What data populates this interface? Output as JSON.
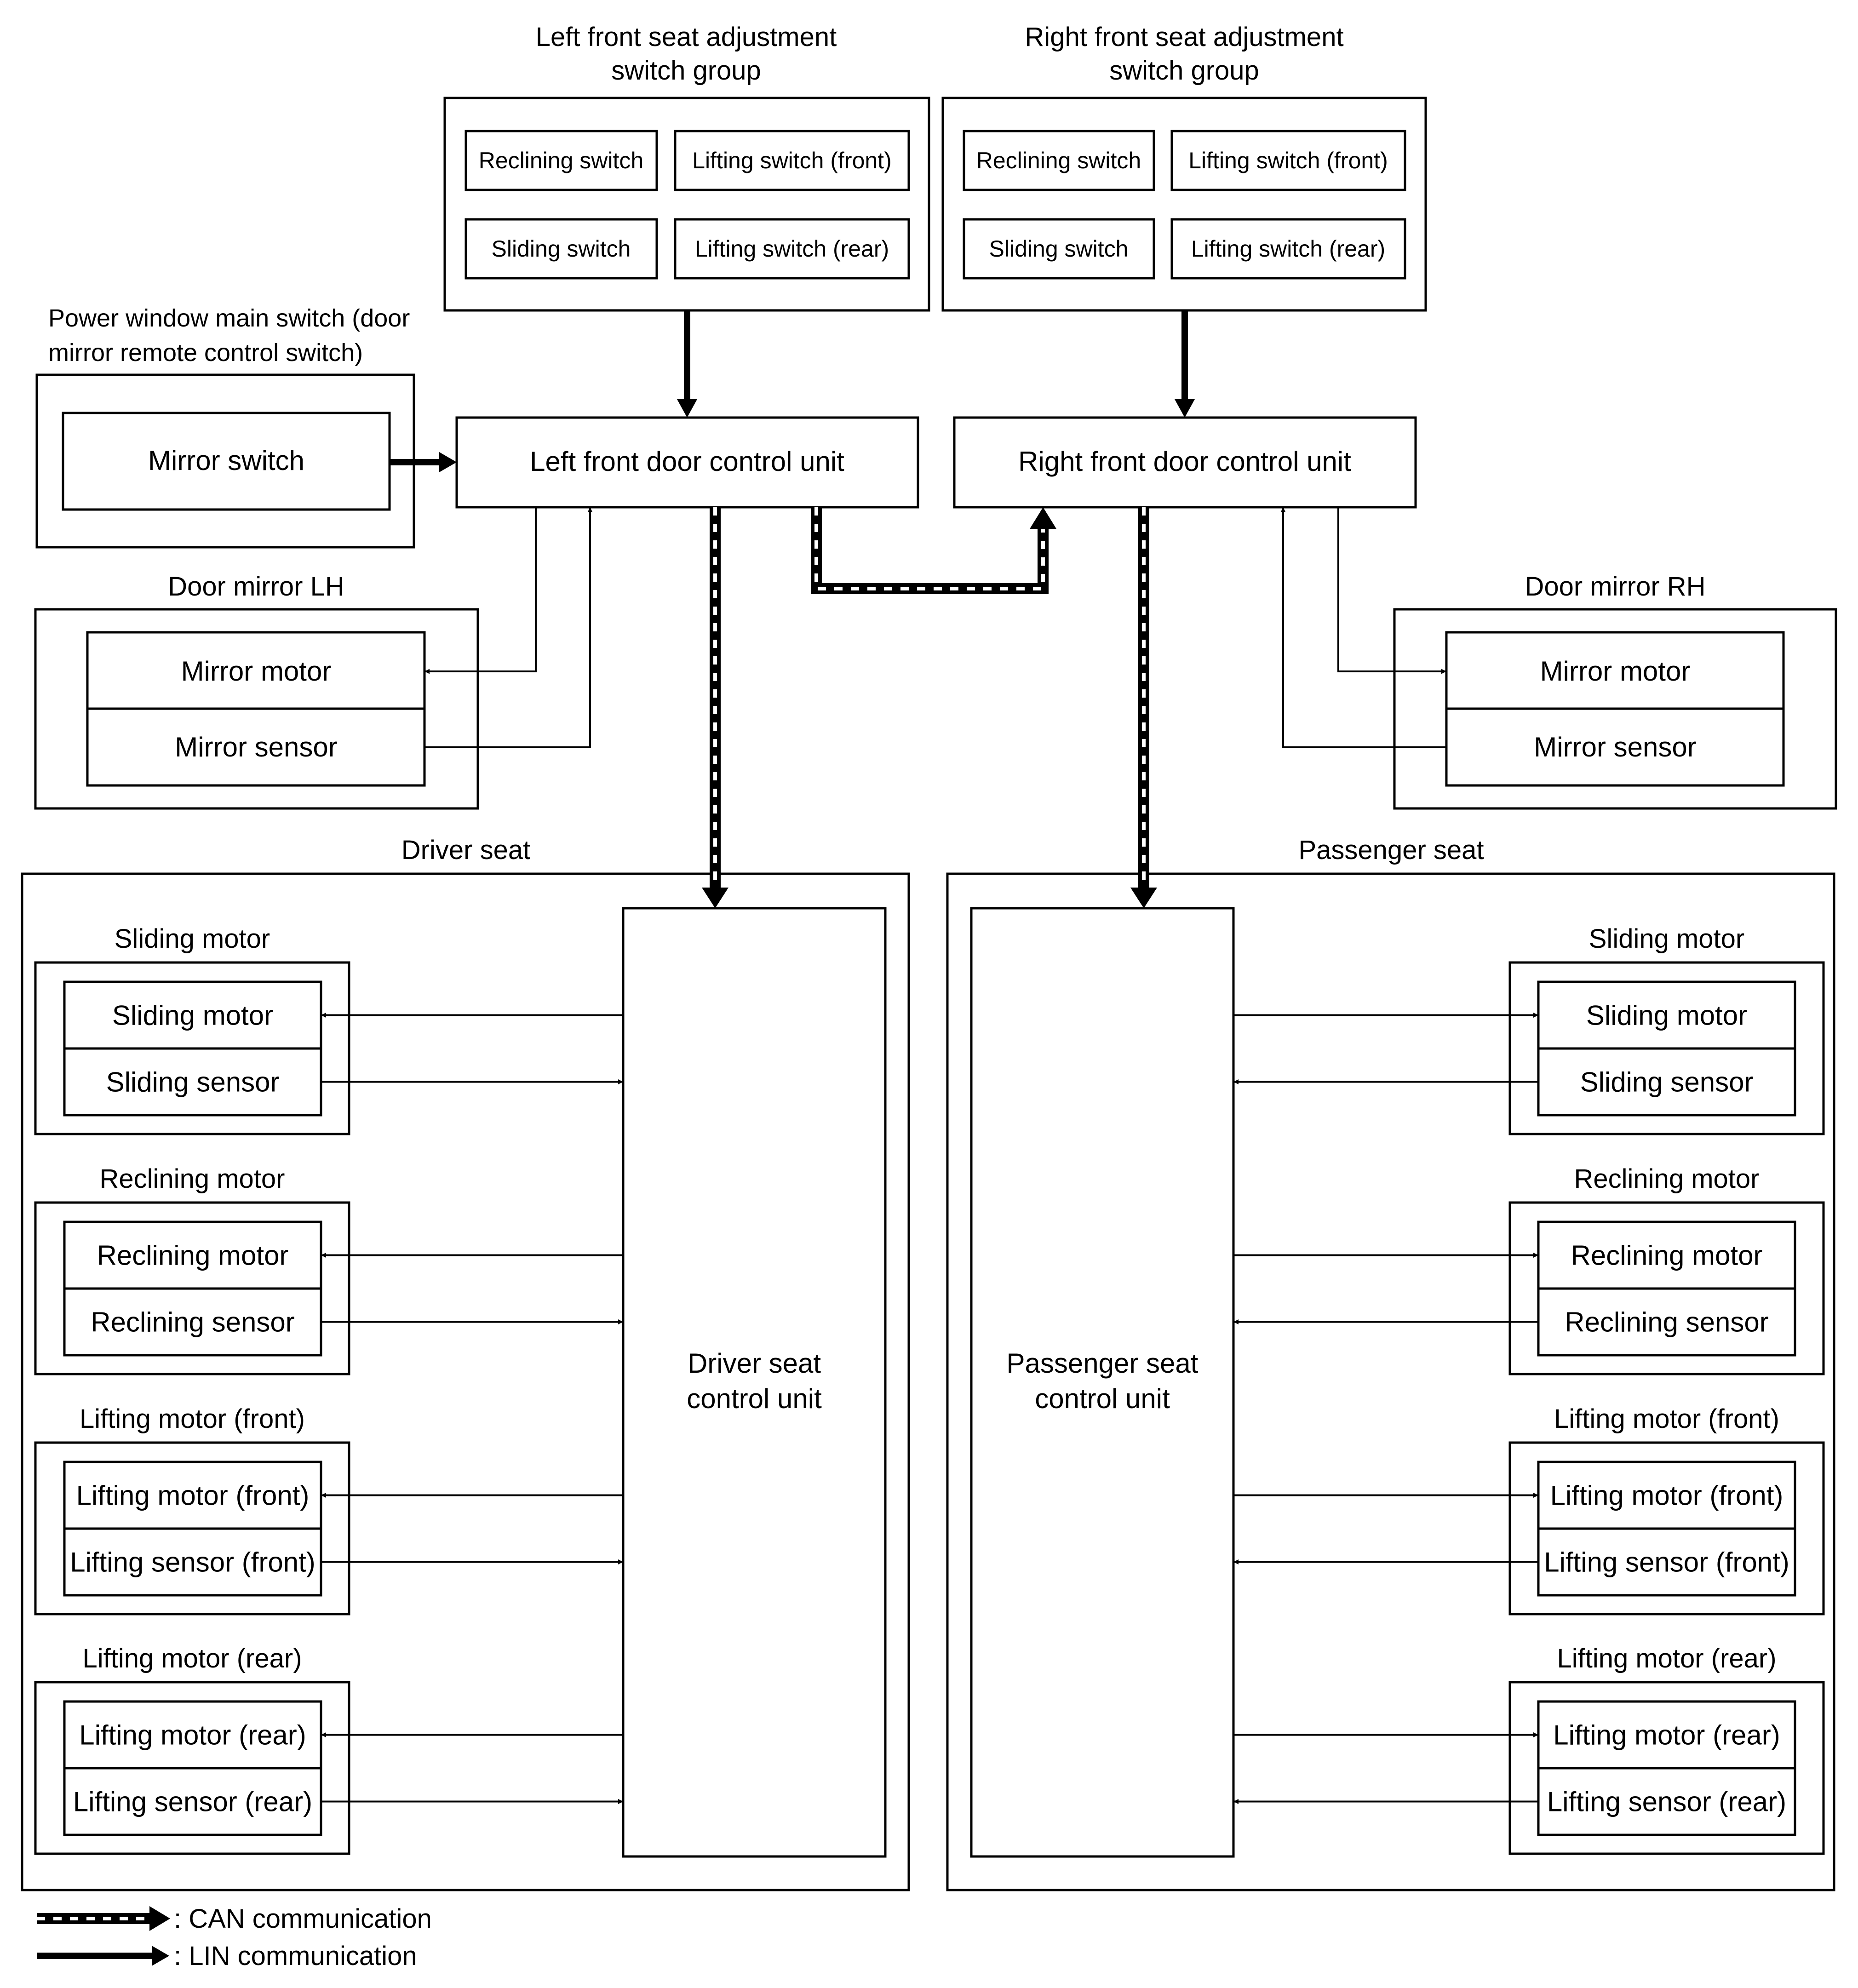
{
  "left_switch_group": {
    "title_line1": "Left front seat adjustment",
    "title_line2": "switch group",
    "reclining": "Reclining switch",
    "lift_front": "Lifting switch (front)",
    "sliding": "Sliding switch",
    "lift_rear": "Lifting switch (rear)"
  },
  "right_switch_group": {
    "title_line1": "Right front seat adjustment",
    "title_line2": "switch group",
    "reclining": "Reclining switch",
    "lift_front": "Lifting switch (front)",
    "sliding": "Sliding switch",
    "lift_rear": "Lifting switch (rear)"
  },
  "power_window": {
    "title_line1": "Power window main switch (door",
    "title_line2": "mirror remote control switch)",
    "mirror_switch": "Mirror switch"
  },
  "left_door_unit": "Left front door control unit",
  "right_door_unit": "Right front door control unit",
  "mirror_lh": {
    "title": "Door mirror LH",
    "motor": "Mirror motor",
    "sensor": "Mirror sensor"
  },
  "mirror_rh": {
    "title": "Door mirror RH",
    "motor": "Mirror motor",
    "sensor": "Mirror sensor"
  },
  "driver_seat": {
    "title": "Driver seat",
    "unit_line1": "Driver seat",
    "unit_line2": "control unit",
    "groups": [
      {
        "title": "Sliding motor",
        "motor": "Sliding motor",
        "sensor": "Sliding sensor"
      },
      {
        "title": "Reclining motor",
        "motor": "Reclining motor",
        "sensor": "Reclining sensor"
      },
      {
        "title": "Lifting motor (front)",
        "motor": "Lifting motor (front)",
        "sensor": "Lifting sensor (front)"
      },
      {
        "title": "Lifting motor (rear)",
        "motor": "Lifting motor (rear)",
        "sensor": "Lifting sensor (rear)"
      }
    ]
  },
  "passenger_seat": {
    "title": "Passenger seat",
    "unit_line1": "Passenger seat",
    "unit_line2": "control unit",
    "groups": [
      {
        "title": "Sliding motor",
        "motor": "Sliding motor",
        "sensor": "Sliding sensor"
      },
      {
        "title": "Reclining motor",
        "motor": "Reclining motor",
        "sensor": "Reclining sensor"
      },
      {
        "title": "Lifting motor (front)",
        "motor": "Lifting motor (front)",
        "sensor": "Lifting sensor (front)"
      },
      {
        "title": "Lifting motor (rear)",
        "motor": "Lifting motor (rear)",
        "sensor": "Lifting sensor (rear)"
      }
    ]
  },
  "legend": {
    "can": ": CAN communication",
    "lin": ": LIN communication"
  }
}
